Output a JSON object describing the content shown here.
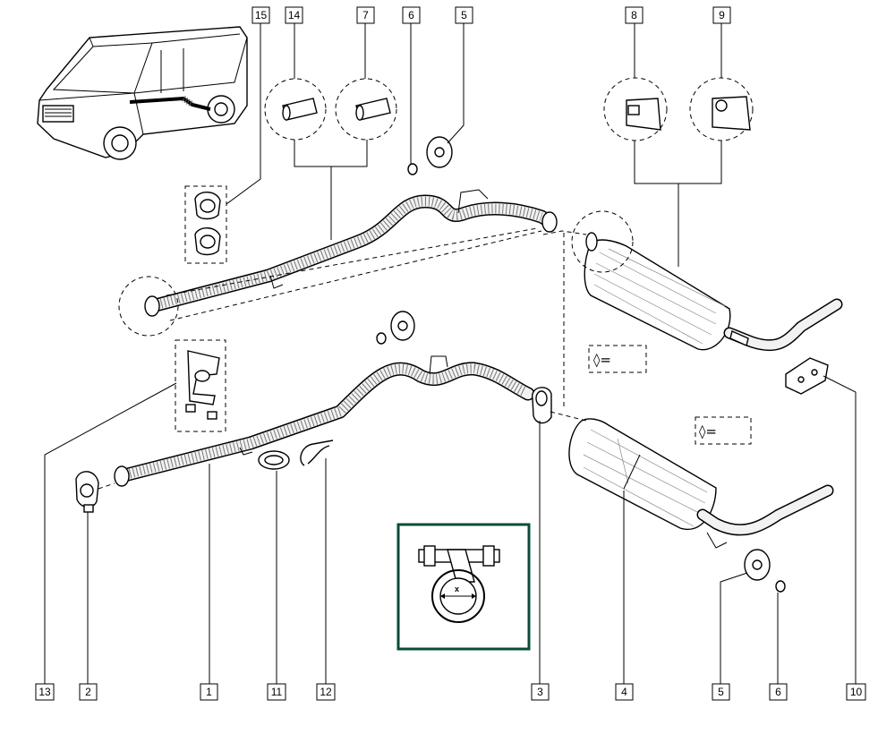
{
  "callouts": {
    "c15": "15",
    "c14": "14",
    "c7": "7",
    "c6_top": "6",
    "c5_top": "5",
    "c8": "8",
    "c9": "9",
    "c13": "13",
    "c2": "2",
    "c1": "1",
    "c11": "11",
    "c12": "12",
    "c3": "3",
    "c4": "4",
    "c5_bottom": "5",
    "c6_bottom": "6",
    "c10": "10"
  },
  "symbol_notes": {
    "note_upper": "◊=",
    "note_lower": "◊="
  },
  "inset": {
    "dimension_label": "x",
    "frame_color": "#0b4a3b"
  }
}
